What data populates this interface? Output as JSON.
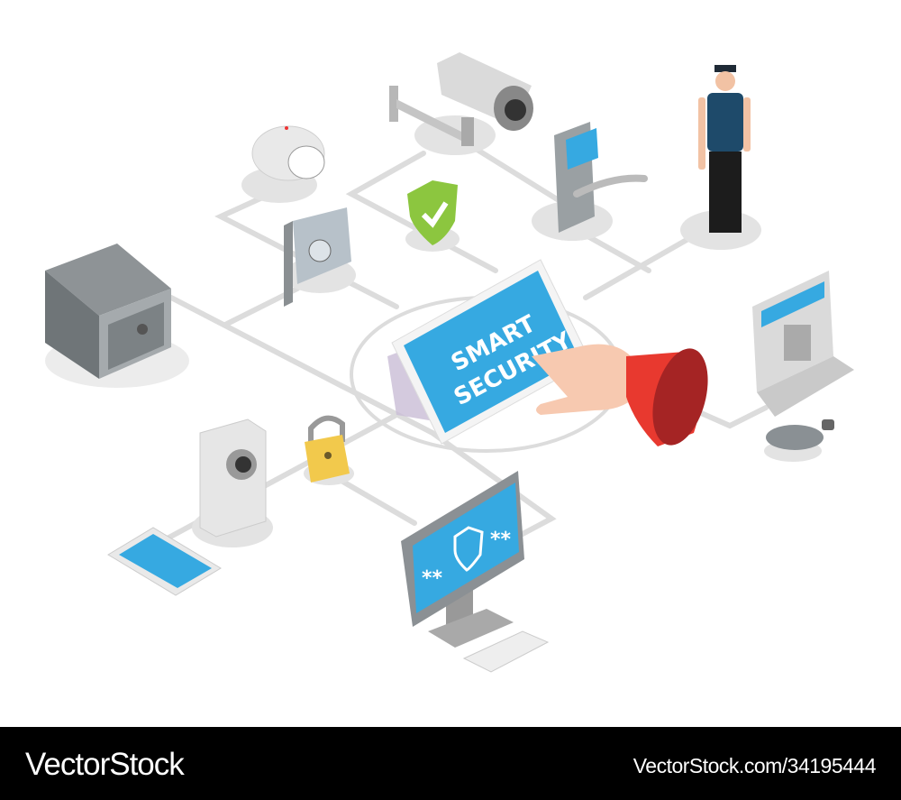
{
  "illustration": {
    "tablet": {
      "line1": "SMART",
      "line2": "SECURITY"
    },
    "monitor": {
      "password_left": "**",
      "password_right": "**"
    },
    "colors": {
      "network_line": "#d9d9d9",
      "screen_blue": "#36a9e1",
      "sleeve_red": "#e8392f",
      "shield_green": "#8cc63f",
      "padlock_gold": "#f2c94c"
    }
  },
  "footer": {
    "brand": "VectorStock",
    "image_id": "VectorStock.com/34195444"
  }
}
